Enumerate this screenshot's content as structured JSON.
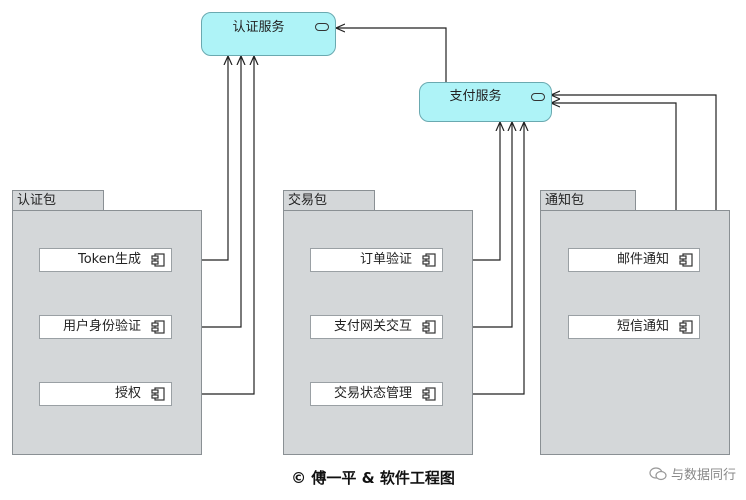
{
  "services": {
    "auth": {
      "label": "认证服务",
      "icon": "interface-icon"
    },
    "pay": {
      "label": "支付服务",
      "icon": "interface-icon"
    }
  },
  "packages": [
    {
      "name": "认证包",
      "components": [
        "Token生成",
        "用户身份验证",
        "授权"
      ]
    },
    {
      "name": "交易包",
      "components": [
        "订单验证",
        "支付网关交互",
        "交易状态管理"
      ]
    },
    {
      "name": "通知包",
      "components": [
        "邮件通知",
        "短信通知"
      ]
    }
  ],
  "footer": {
    "text": "© 傅一平 & 软件工程图"
  },
  "watermark": {
    "text": "与数据同行"
  },
  "colors": {
    "service_fill": "#aef3f7",
    "package_fill": "#d4d7d9",
    "line": "#222222"
  }
}
